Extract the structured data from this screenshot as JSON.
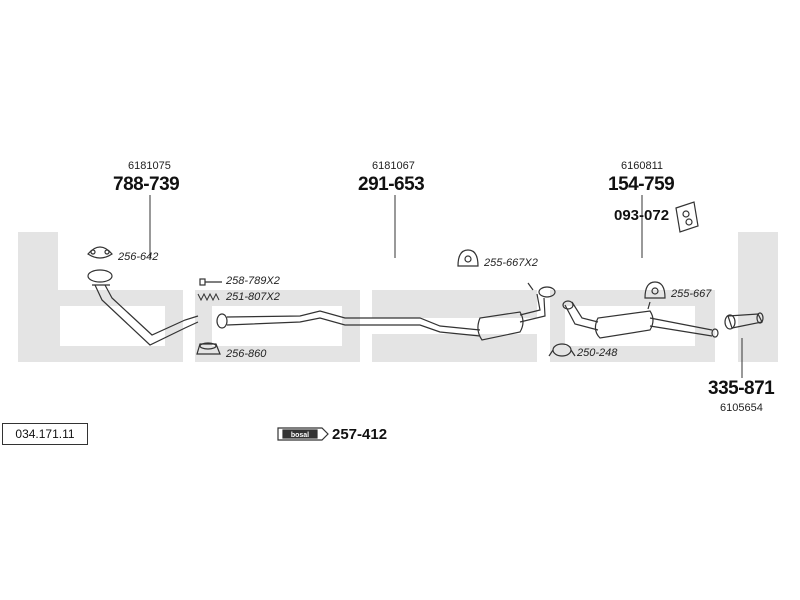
{
  "watermark": "bosal",
  "catalog_number": "034.171.11",
  "assemblies": [
    {
      "ref": "6181075",
      "part": "788-739"
    },
    {
      "ref": "6181067",
      "part": "291-653"
    },
    {
      "ref": "6160811",
      "part": "154-759"
    },
    {
      "ref": "6105654",
      "part": "335-871"
    }
  ],
  "fittings": {
    "gasket_front": "256-642",
    "bolt": "258-789X2",
    "spring": "251-807X2",
    "ring": "256-860",
    "hanger_mid": "255-667X2",
    "hanger_rear": "255-667",
    "clamp": "250-248",
    "bracket": "093-072",
    "kit_logo": "bosal",
    "kit_part": "257-412"
  },
  "colors": {
    "watermark": "#e4e4e4",
    "line": "#333333"
  }
}
